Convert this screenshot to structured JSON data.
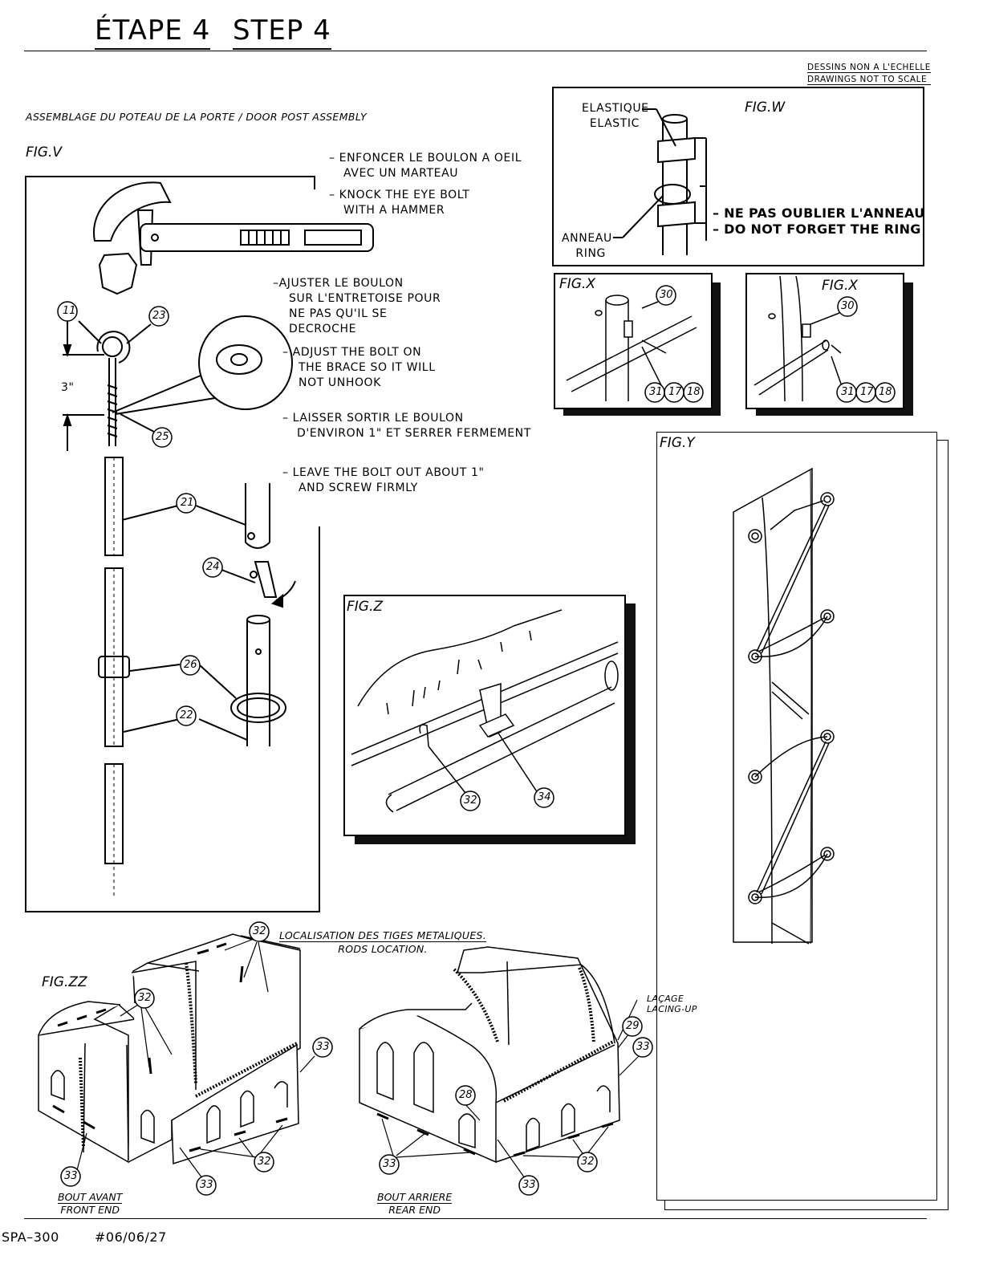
{
  "header": {
    "title_fr": "ÉTAPE 4",
    "title_en": "STEP 4"
  },
  "scale_note": {
    "fr": "DESSINS NON A L'ECHELLE",
    "en": "DRAWINGS NOT TO SCALE"
  },
  "section_title": "ASSEMBLAGE DU POTEAU DE LA PORTE / DOOR POST ASSEMBLY",
  "fig_v": {
    "label": "FIG.V",
    "instructions": [
      "– ENFONCER LE BOULON A OEIL",
      "AVEC UN MARTEAU",
      "– KNOCK THE EYE BOLT",
      "WITH A HAMMER",
      "–AJUSTER LE BOULON",
      "SUR L'ENTRETOISE POUR",
      "NE PAS QU'IL SE",
      "DECROCHE",
      "– ADJUST THE BOLT ON",
      "THE BRACE SO IT WILL",
      "NOT UNHOOK",
      "– LAISSER SORTIR LE BOULON",
      "D'ENVIRON 1\" ET SERRER FERMEMENT",
      "– LEAVE THE BOLT OUT ABOUT 1\"",
      "AND SCREW FIRMLY"
    ],
    "dimension": "3\"",
    "callouts": [
      "11",
      "23",
      "25",
      "21",
      "24",
      "26",
      "22"
    ]
  },
  "fig_w": {
    "label": "FIG.W",
    "elastic_fr": "ELASTIQUE",
    "elastic_en": "ELASTIC",
    "ring_fr": "ANNEAU",
    "ring_en": "RING",
    "warning_fr": "– NE PAS OUBLIER L'ANNEAU",
    "warning_en": "– DO NOT FORGET THE RING"
  },
  "fig_x": {
    "label": "FIG.X",
    "callouts": [
      "30",
      "31",
      "17",
      "18"
    ]
  },
  "fig_y": {
    "label": "FIG.Y"
  },
  "fig_z": {
    "label": "FIG.Z",
    "callouts": [
      "32",
      "34"
    ]
  },
  "fig_zz": {
    "label": "FIG.ZZ",
    "rods_fr": "LOCALISATION DES TIGES METALIQUES.",
    "rods_en": "RODS LOCATION.",
    "lacing_fr": "LAÇAGE",
    "lacing_en": "LACING-UP",
    "front_fr": "BOUT AVANT",
    "front_en": "FRONT END",
    "rear_fr": "BOUT ARRIERE",
    "rear_en": "REAR END",
    "callouts": [
      "32",
      "33",
      "29",
      "28"
    ]
  },
  "footer": {
    "code": "SPA–300",
    "date": "#06/06/27"
  }
}
